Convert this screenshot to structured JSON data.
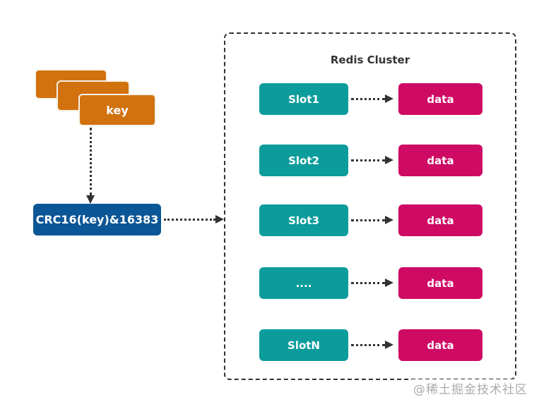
{
  "colors": {
    "orange": "#d2720f",
    "blue": "#0b5696",
    "teal": "#0d9c9c",
    "magenta": "#ce0a64",
    "line": "#333333",
    "watermark-color": "#ababab"
  },
  "source": {
    "stack_label": "key"
  },
  "hash": {
    "label": "CRC16(key)&16383"
  },
  "cluster": {
    "title": "Redis Cluster",
    "rows": [
      {
        "slot": "Slot1",
        "data": "data"
      },
      {
        "slot": "Slot2",
        "data": "data"
      },
      {
        "slot": "Slot3",
        "data": "data"
      },
      {
        "slot": "....",
        "data": "data"
      },
      {
        "slot": "SlotN",
        "data": "data"
      }
    ]
  },
  "watermark": "@稀土掘金技术社区"
}
